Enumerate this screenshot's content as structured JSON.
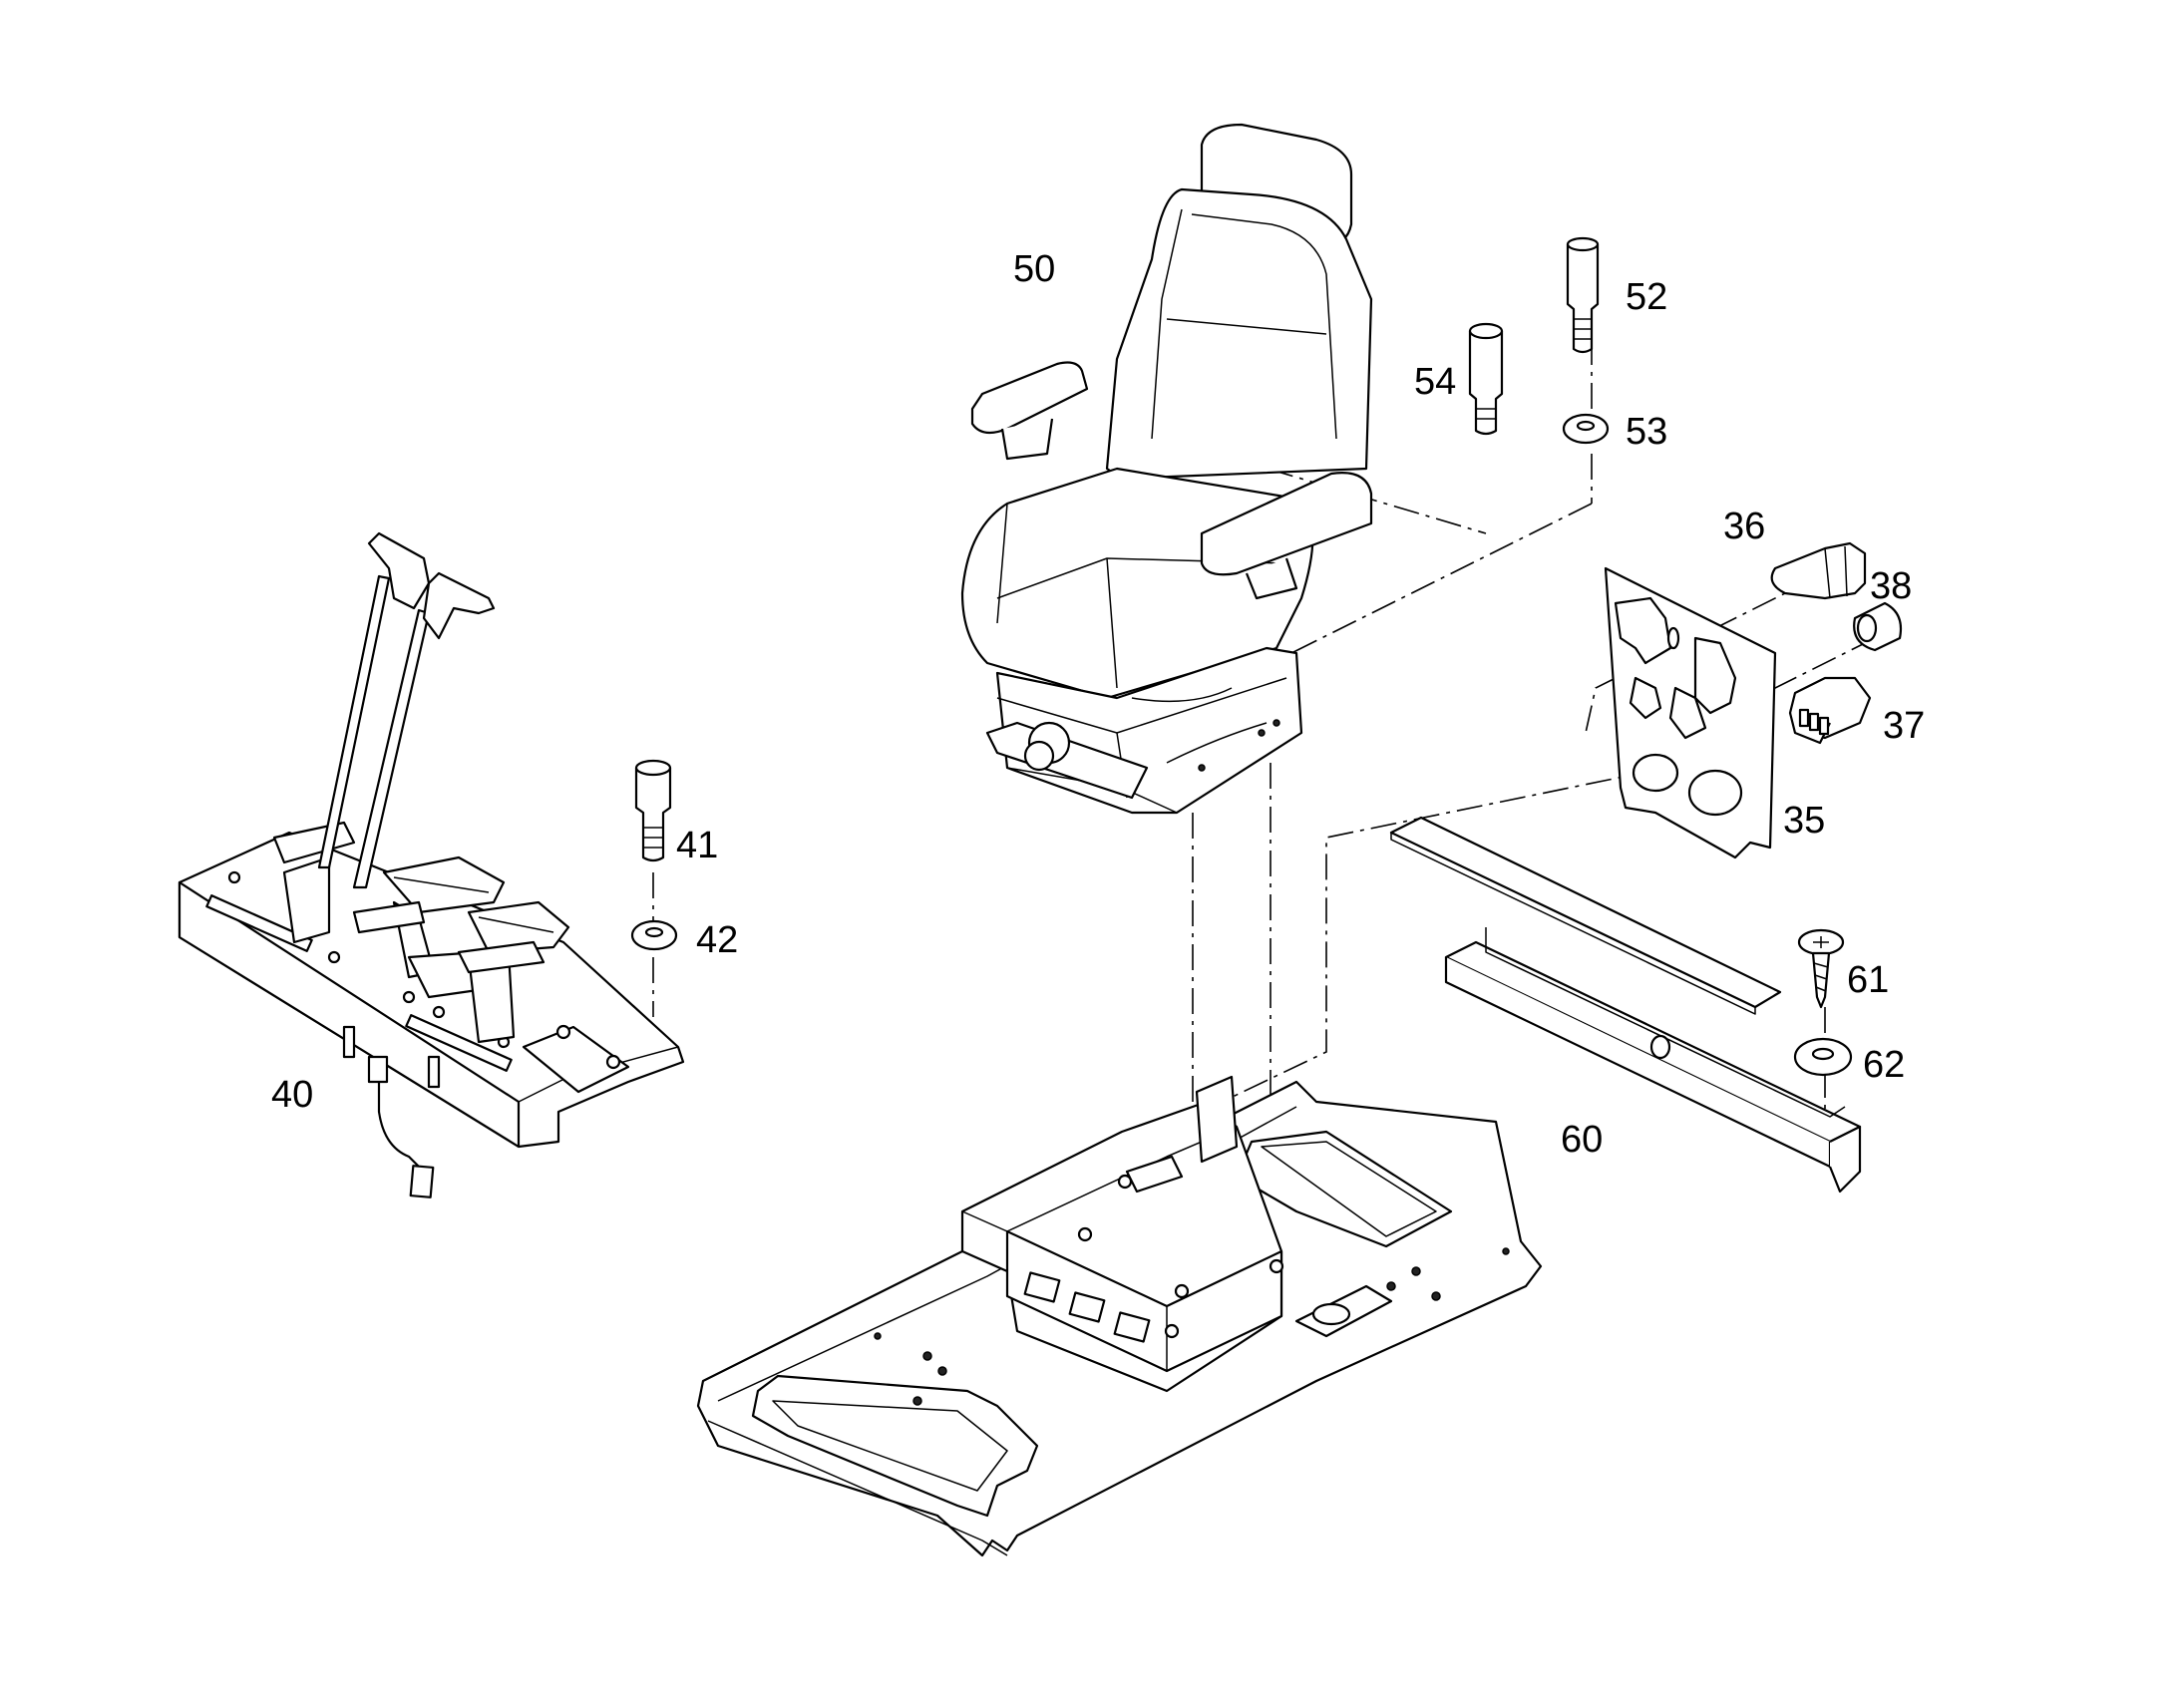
{
  "labels": {
    "p35": "35",
    "p36": "36",
    "p37": "37",
    "p38": "38",
    "p40": "40",
    "p41": "41",
    "p42": "42",
    "p50": "50",
    "p52": "52",
    "p53": "53",
    "p54": "54",
    "p60": "60",
    "p61": "61",
    "p62": "62"
  }
}
